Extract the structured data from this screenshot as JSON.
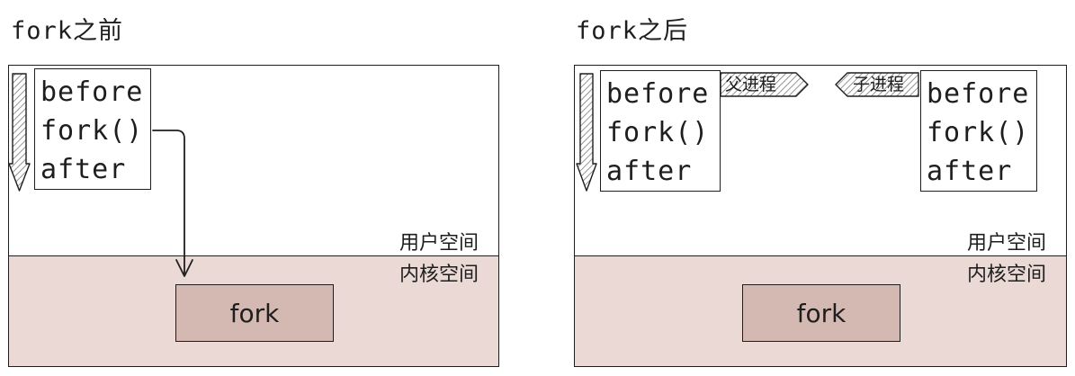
{
  "left_panel": {
    "title": "fork之前",
    "code_lines": [
      "before",
      "fork()",
      "after"
    ],
    "user_space_label": "用户空间",
    "kernel_space_label": "内核空间",
    "fork_box_label": "fork"
  },
  "right_panel": {
    "title": "fork之后",
    "parent_code_lines": [
      "before",
      "fork()",
      "after"
    ],
    "child_code_lines": [
      "before",
      "fork()",
      "after"
    ],
    "parent_tag": "父进程",
    "child_tag": "子进程",
    "user_space_label": "用户空间",
    "kernel_space_label": "内核空间",
    "fork_box_label": "fork"
  },
  "colors": {
    "kernel_fill": "#ead9d5",
    "fork_box_fill": "#d4b9b2",
    "stroke": "#1e1e1e",
    "hatch": "#7a7a7a"
  }
}
